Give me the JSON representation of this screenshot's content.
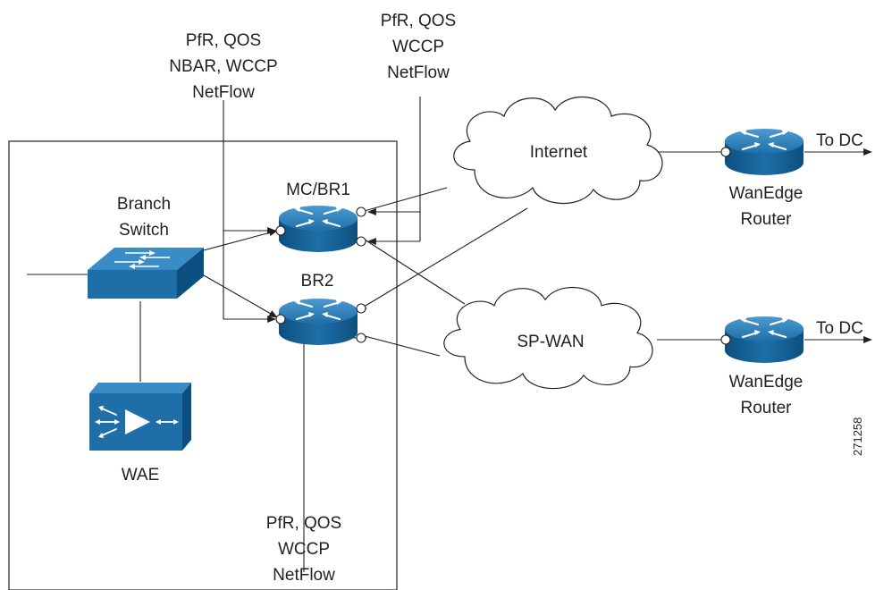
{
  "labels": {
    "feat_top_left": [
      "PfR, QOS",
      "NBAR, WCCP",
      "NetFlow"
    ],
    "feat_top_right": [
      "PfR, QOS",
      "WCCP",
      "NetFlow"
    ],
    "feat_bottom": [
      "PfR, QOS",
      "WCCP",
      "NetFlow"
    ],
    "mc_br1": "MC/BR1",
    "br2": "BR2",
    "branch_switch": [
      "Branch",
      "Switch"
    ],
    "wae": "WAE",
    "internet": "Internet",
    "sp_wan": "SP-WAN",
    "wanedge_top": [
      "WanEdge",
      "Router"
    ],
    "wanedge_bottom": [
      "WanEdge",
      "Router"
    ],
    "to_dc_top": "To DC",
    "to_dc_bottom": "To DC",
    "figure_id": "271258"
  },
  "colors": {
    "device_blue": "#1e6fa8",
    "device_dark": "#0d4f7e",
    "device_light": "#3a8cc7",
    "line": "#231f20",
    "cloud_stroke": "#231f20"
  },
  "icons": {
    "router": "router-icon",
    "switch": "switch-icon",
    "wae": "wae-appliance-icon",
    "cloud": "cloud-icon"
  }
}
